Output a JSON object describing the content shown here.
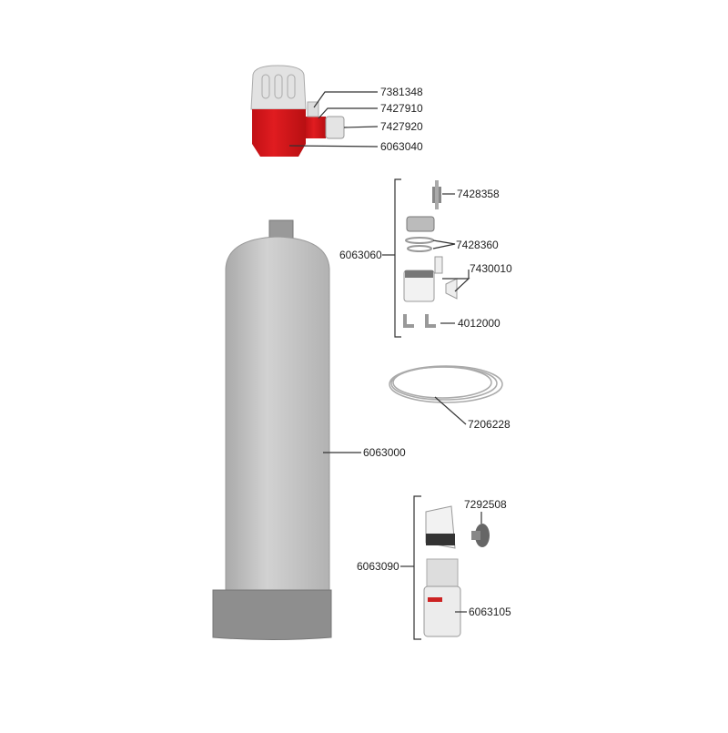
{
  "labels": {
    "head_cap": "7381348",
    "elbow": "7427910",
    "nut": "7427920",
    "regulator": "6063040",
    "valve": "7428358",
    "kit_6063060": "6063060",
    "seals": "7428360",
    "diffuser": "7430010",
    "angle": "4012000",
    "tubing": "7206228",
    "cylinder": "6063000",
    "kit_6063090": "6063090",
    "suction_cup": "7292508",
    "bottle": "6063105"
  },
  "colors": {
    "regulator_red": "#d8171b",
    "cylinder_gray": "#c4c4c4",
    "base_gray": "#8e8e8e"
  }
}
